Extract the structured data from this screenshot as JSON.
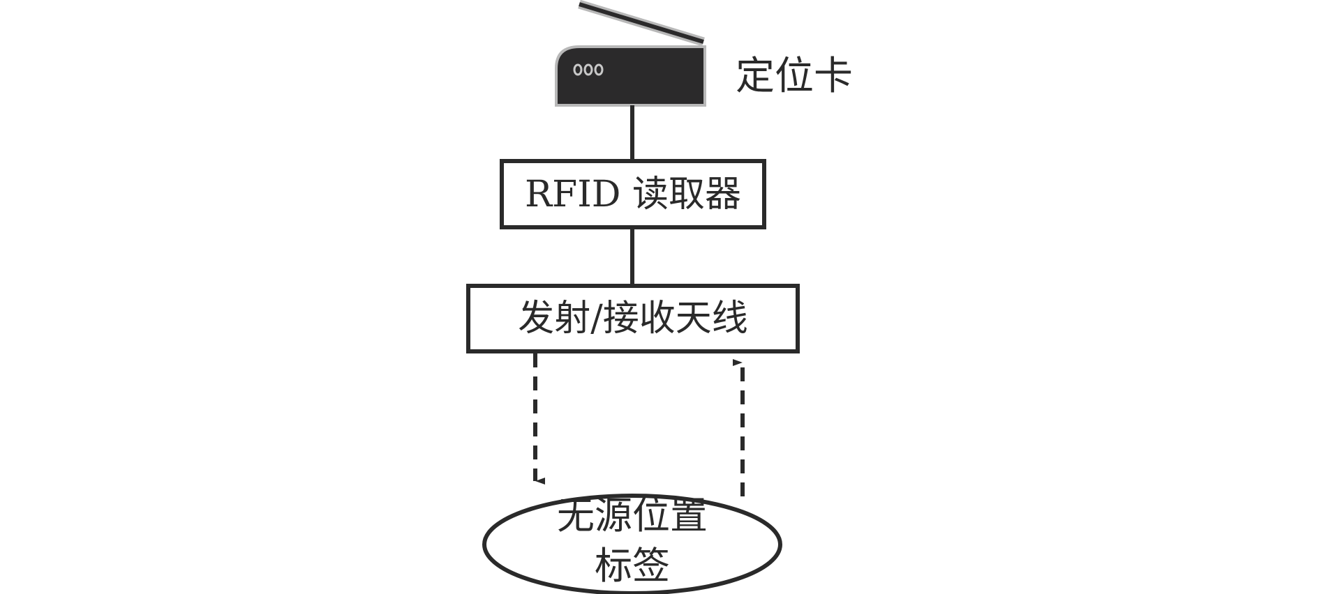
{
  "diagram": {
    "type": "flow",
    "nodes": [
      {
        "id": "card",
        "label": "定位卡",
        "shape": "device-icon"
      },
      {
        "id": "reader",
        "label": "RFID 读取器",
        "shape": "rectangle"
      },
      {
        "id": "antenna",
        "label": "发射/接收天线",
        "shape": "rectangle"
      },
      {
        "id": "tag",
        "label_lines": [
          "无源位置",
          "标签"
        ],
        "shape": "ellipse"
      }
    ],
    "edges": [
      {
        "from": "card",
        "to": "reader",
        "style": "solid"
      },
      {
        "from": "reader",
        "to": "antenna",
        "style": "solid"
      },
      {
        "from": "antenna",
        "to": "tag",
        "style": "dashed",
        "arrow": "end"
      },
      {
        "from": "tag",
        "to": "antenna",
        "style": "dashed",
        "arrow": "end"
      }
    ],
    "device_indicator": "ooo",
    "colors": {
      "stroke": "#2a2a2a",
      "device_fill": "#2b2a2b",
      "device_outline": "#b8b8b8",
      "background": "#ffffff"
    }
  }
}
